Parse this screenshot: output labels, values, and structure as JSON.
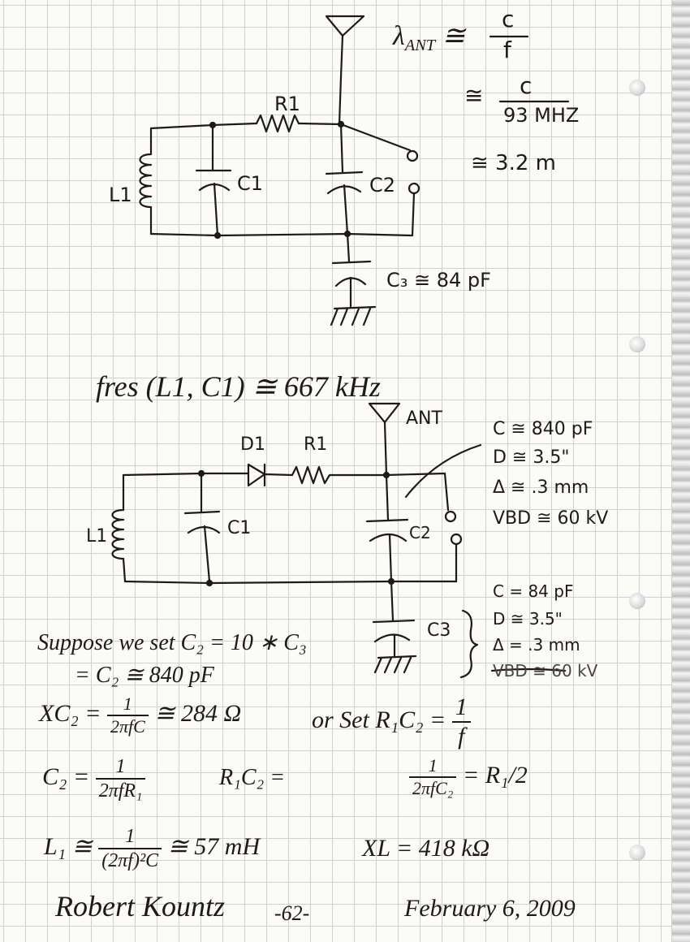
{
  "circuit1": {
    "r1": "R1",
    "c1": "C1",
    "c2": "C2",
    "c3": "C3",
    "l1": "L1",
    "c3_value": "C₃ ≅ 84 pF"
  },
  "wavelength": {
    "lhs": "λ",
    "lhs_sub": "ANT",
    "approx": "≅",
    "num": "c",
    "den": "f",
    "line2_num": "c",
    "line2_den": "93 MHZ",
    "line3": "≅ 3.2 m"
  },
  "fres": {
    "text": "fres (L1, C1) ≅ 667 kHz"
  },
  "circuit2": {
    "d1": "D1",
    "r1": "R1",
    "ant": "ANT",
    "l1": "L1",
    "c1": "C1",
    "c2": "C2",
    "c3": "C3"
  },
  "c2_specs": [
    "C ≅ 840 pF",
    "D ≅ 3.5\"",
    "Δ ≅ .3 mm",
    "VBD ≅ 60 kV"
  ],
  "c3_specs": [
    "C = 84 pF",
    "D ≅ 3.5\"",
    "Δ = .3 mm",
    "VBD ≅ 60 kV"
  ],
  "equations": {
    "suppose": "Suppose we set  C₂ = 10 ∗ C₃",
    "suppose2": "= C₂ ≅ 840 pF",
    "xc2_lhs": "XC₂ =",
    "xc2_num": "1",
    "xc2_den": "2πfC",
    "xc2_rhs": "≅ 284 Ω",
    "or_set": "or  Set   R₁C₂ =",
    "or_set_num": "1",
    "or_set_den": "f",
    "c2_lhs": "C₂ =",
    "c2_num": "1",
    "c2_den": "2πfR₁",
    "r1c2": "R₁C₂ =",
    "half_num": "1",
    "half_den": "2πfC₂",
    "half_rhs": "= R₁/2",
    "l1_lhs": "L₁ ≅",
    "l1_num": "1",
    "l1_den": "(2πf)²C",
    "l1_rhs": "≅ 57 mH",
    "xl": "XL = 418 kΩ"
  },
  "footer": {
    "author": "Robert Kountz",
    "page": "-62-",
    "date": "February 6, 2009"
  },
  "colors": {
    "ink": "#1e1a17",
    "grid": "#cfd3cf",
    "paper": "#fbfbf8"
  }
}
